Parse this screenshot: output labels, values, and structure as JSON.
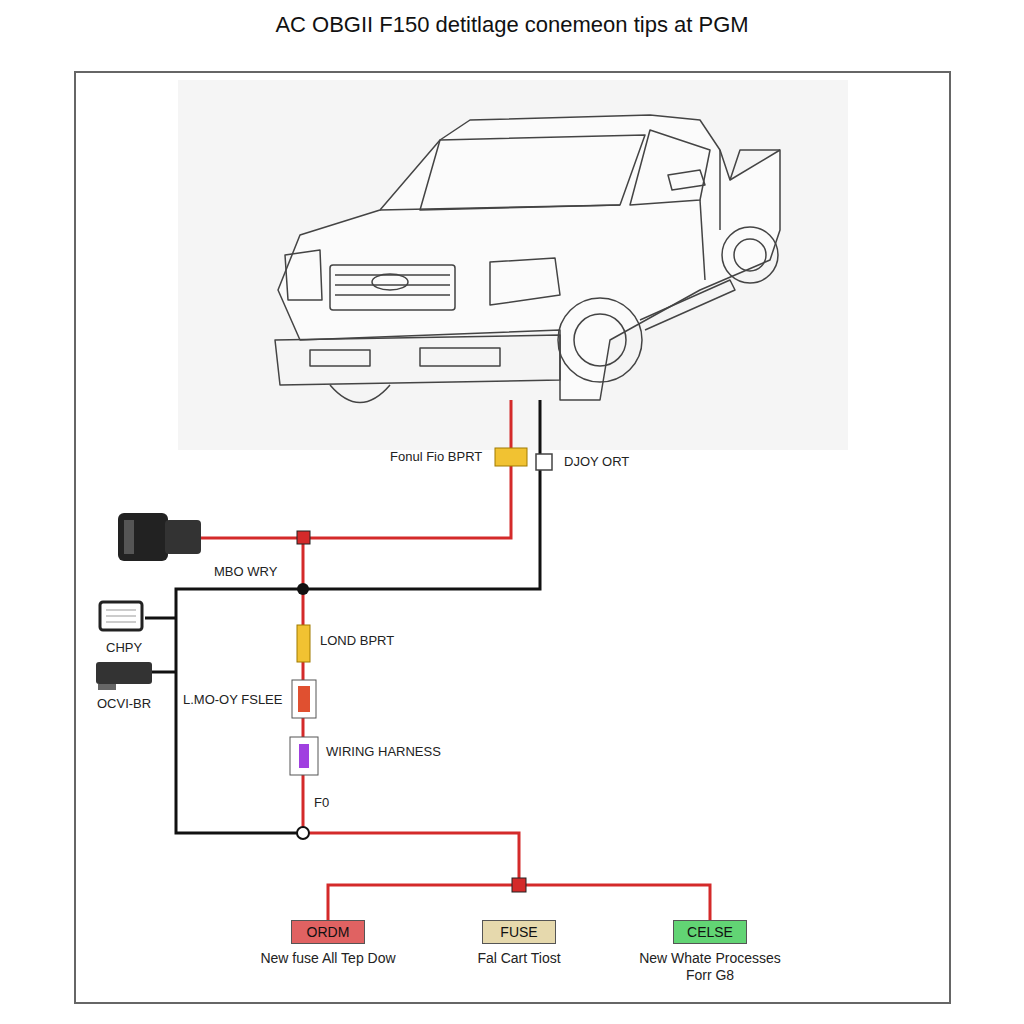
{
  "diagram": {
    "title": "AC OBGII F150 detitlage conemeon tips at PGM",
    "nodes": [
      {
        "text": [
          "ORDM",
          "New fuse All Tep Dow"
        ]
      },
      {
        "text": [
          "FUSE",
          "Fal Cart Tiost"
        ]
      },
      {
        "text": [
          "CELSE",
          "New Whate Processes Forr G8"
        ]
      }
    ],
    "labels": [
      "Fonul Fio BPRT",
      "DJOY ORT",
      "MBO WRY",
      "CHPY",
      "OCVI-BR",
      "LOND BPRT",
      "L.MO-OY FSLEE",
      "WIRING HARNESS",
      "F0"
    ]
  }
}
